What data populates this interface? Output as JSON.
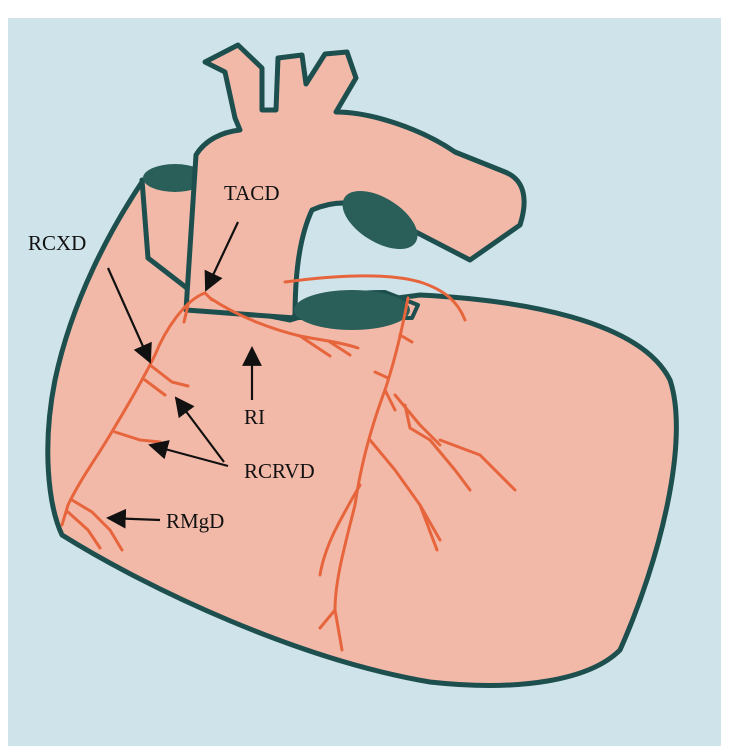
{
  "figure": {
    "colors": {
      "background": "#cfe3ea",
      "heart_fill": "#f3b9a8",
      "outline": "#1e4f4f",
      "vessel_opening": "#2a5e58",
      "artery": "#e6653c",
      "arrow": "#111111"
    },
    "labels": {
      "tacd": "TACD",
      "rcxd": "RCXD",
      "ri": "RI",
      "rcrvd": "RCRVD",
      "rmgd": "RMgD"
    }
  }
}
